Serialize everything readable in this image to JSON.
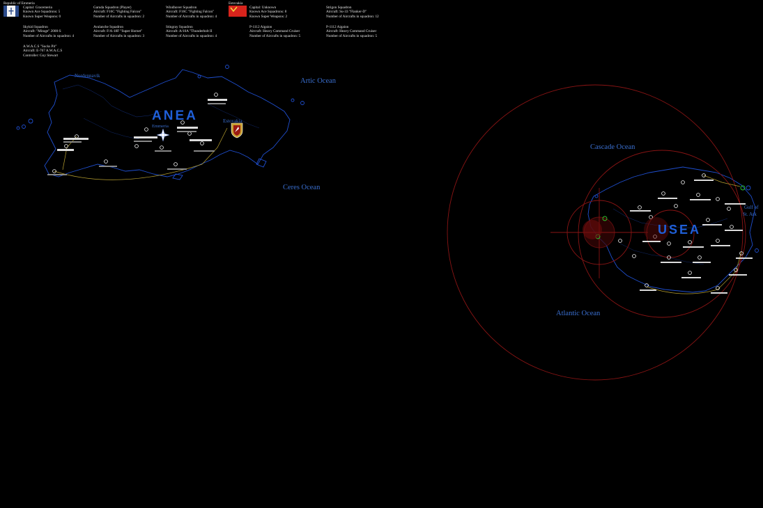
{
  "header": {
    "emmeria": {
      "faction": "Republic of Emmeria",
      "capital": "Capital: Gracemeria",
      "aces": "Known Ace Squadrons: 5",
      "superweapons": "Known Super Weapons: 0",
      "flag_colors": [
        "#ffffff",
        "#2b4a8a"
      ]
    },
    "garuda": {
      "name": "Garuda Squadron (Player)",
      "aircraft": "Aircraft: F16C \"Fighting Falcon\"",
      "count": "Number of Aircrafts in squadron: 2"
    },
    "windhover": {
      "name": "Windhover Squadron",
      "aircraft": "Aircraft: F16C \"Fighting Falcon\"",
      "count": "Number of Aircrafts in squadron: 4"
    },
    "skykid": {
      "name": "Skykid Squadron",
      "aircraft": "Aircraft: \"Mirage\" 2000-S",
      "count": "Number of Aircrafts in squadron: 4"
    },
    "avalanche": {
      "name": "Avalanche Squadron",
      "aircraft": "Aircraft: F/A-18F \"Super Hornet\"",
      "count": "Number of Aircrafts in squadron: 3"
    },
    "stingray": {
      "name": "Stingray Squadron",
      "aircraft": "Aircraft: A/10A \"Thunderbolt II",
      "count": "Number of Aircrafts in squadron: 4"
    },
    "awacs": {
      "name": "A.W.A.C.S \"Sucks Pit\"",
      "aircraft": "Aircraft: E-767 A.W.A.C.S",
      "controller": "Controller: Guy Stewart"
    },
    "estovakia": {
      "faction": "Estovakia",
      "capital": "Capital: Unknown",
      "aces": "Known Ace Squadrons: 8",
      "superweapons": "Known Super Weapons: 2",
      "flag_color": "#d8241c"
    },
    "strigon": {
      "name": "Strigon Squadron",
      "aircraft": "Aircraft: Su-33 \"Flanker-D\"",
      "count": "Number of Aircrafts in squadron: 12"
    },
    "aigaion1": {
      "name": "P-1112 Aigaion",
      "aircraft": "Aircraft: Heavy Command Cruiser",
      "count": "Number of Aircrafts in squadron: 5"
    },
    "aigaion2": {
      "name": "P-1112 Aigaion",
      "aircraft": "Aircraft: Heavy Command Cruiser",
      "count": "Number of Aircrafts in squadron: 5"
    }
  },
  "map": {
    "oceans": {
      "artic": "Artic Ocean",
      "ceres": "Ceres Ocean",
      "cascade": "Cascade Ocean",
      "atlantic": "Atlantic Ocean"
    },
    "continents": {
      "anea": "ANEA",
      "usea": "USEA"
    },
    "regions": {
      "nordennavik": "Nordennavik",
      "emmeria": "Emmeria",
      "estovakia": "Estovakia",
      "gulf": "Gulf of",
      "st_ark": "St. Ark"
    },
    "colors": {
      "coast": "#1f4fd0",
      "route": "#b8a030",
      "range": "#8a1414",
      "node": "#ffffff",
      "text_blue": "#3a6fd0"
    }
  }
}
